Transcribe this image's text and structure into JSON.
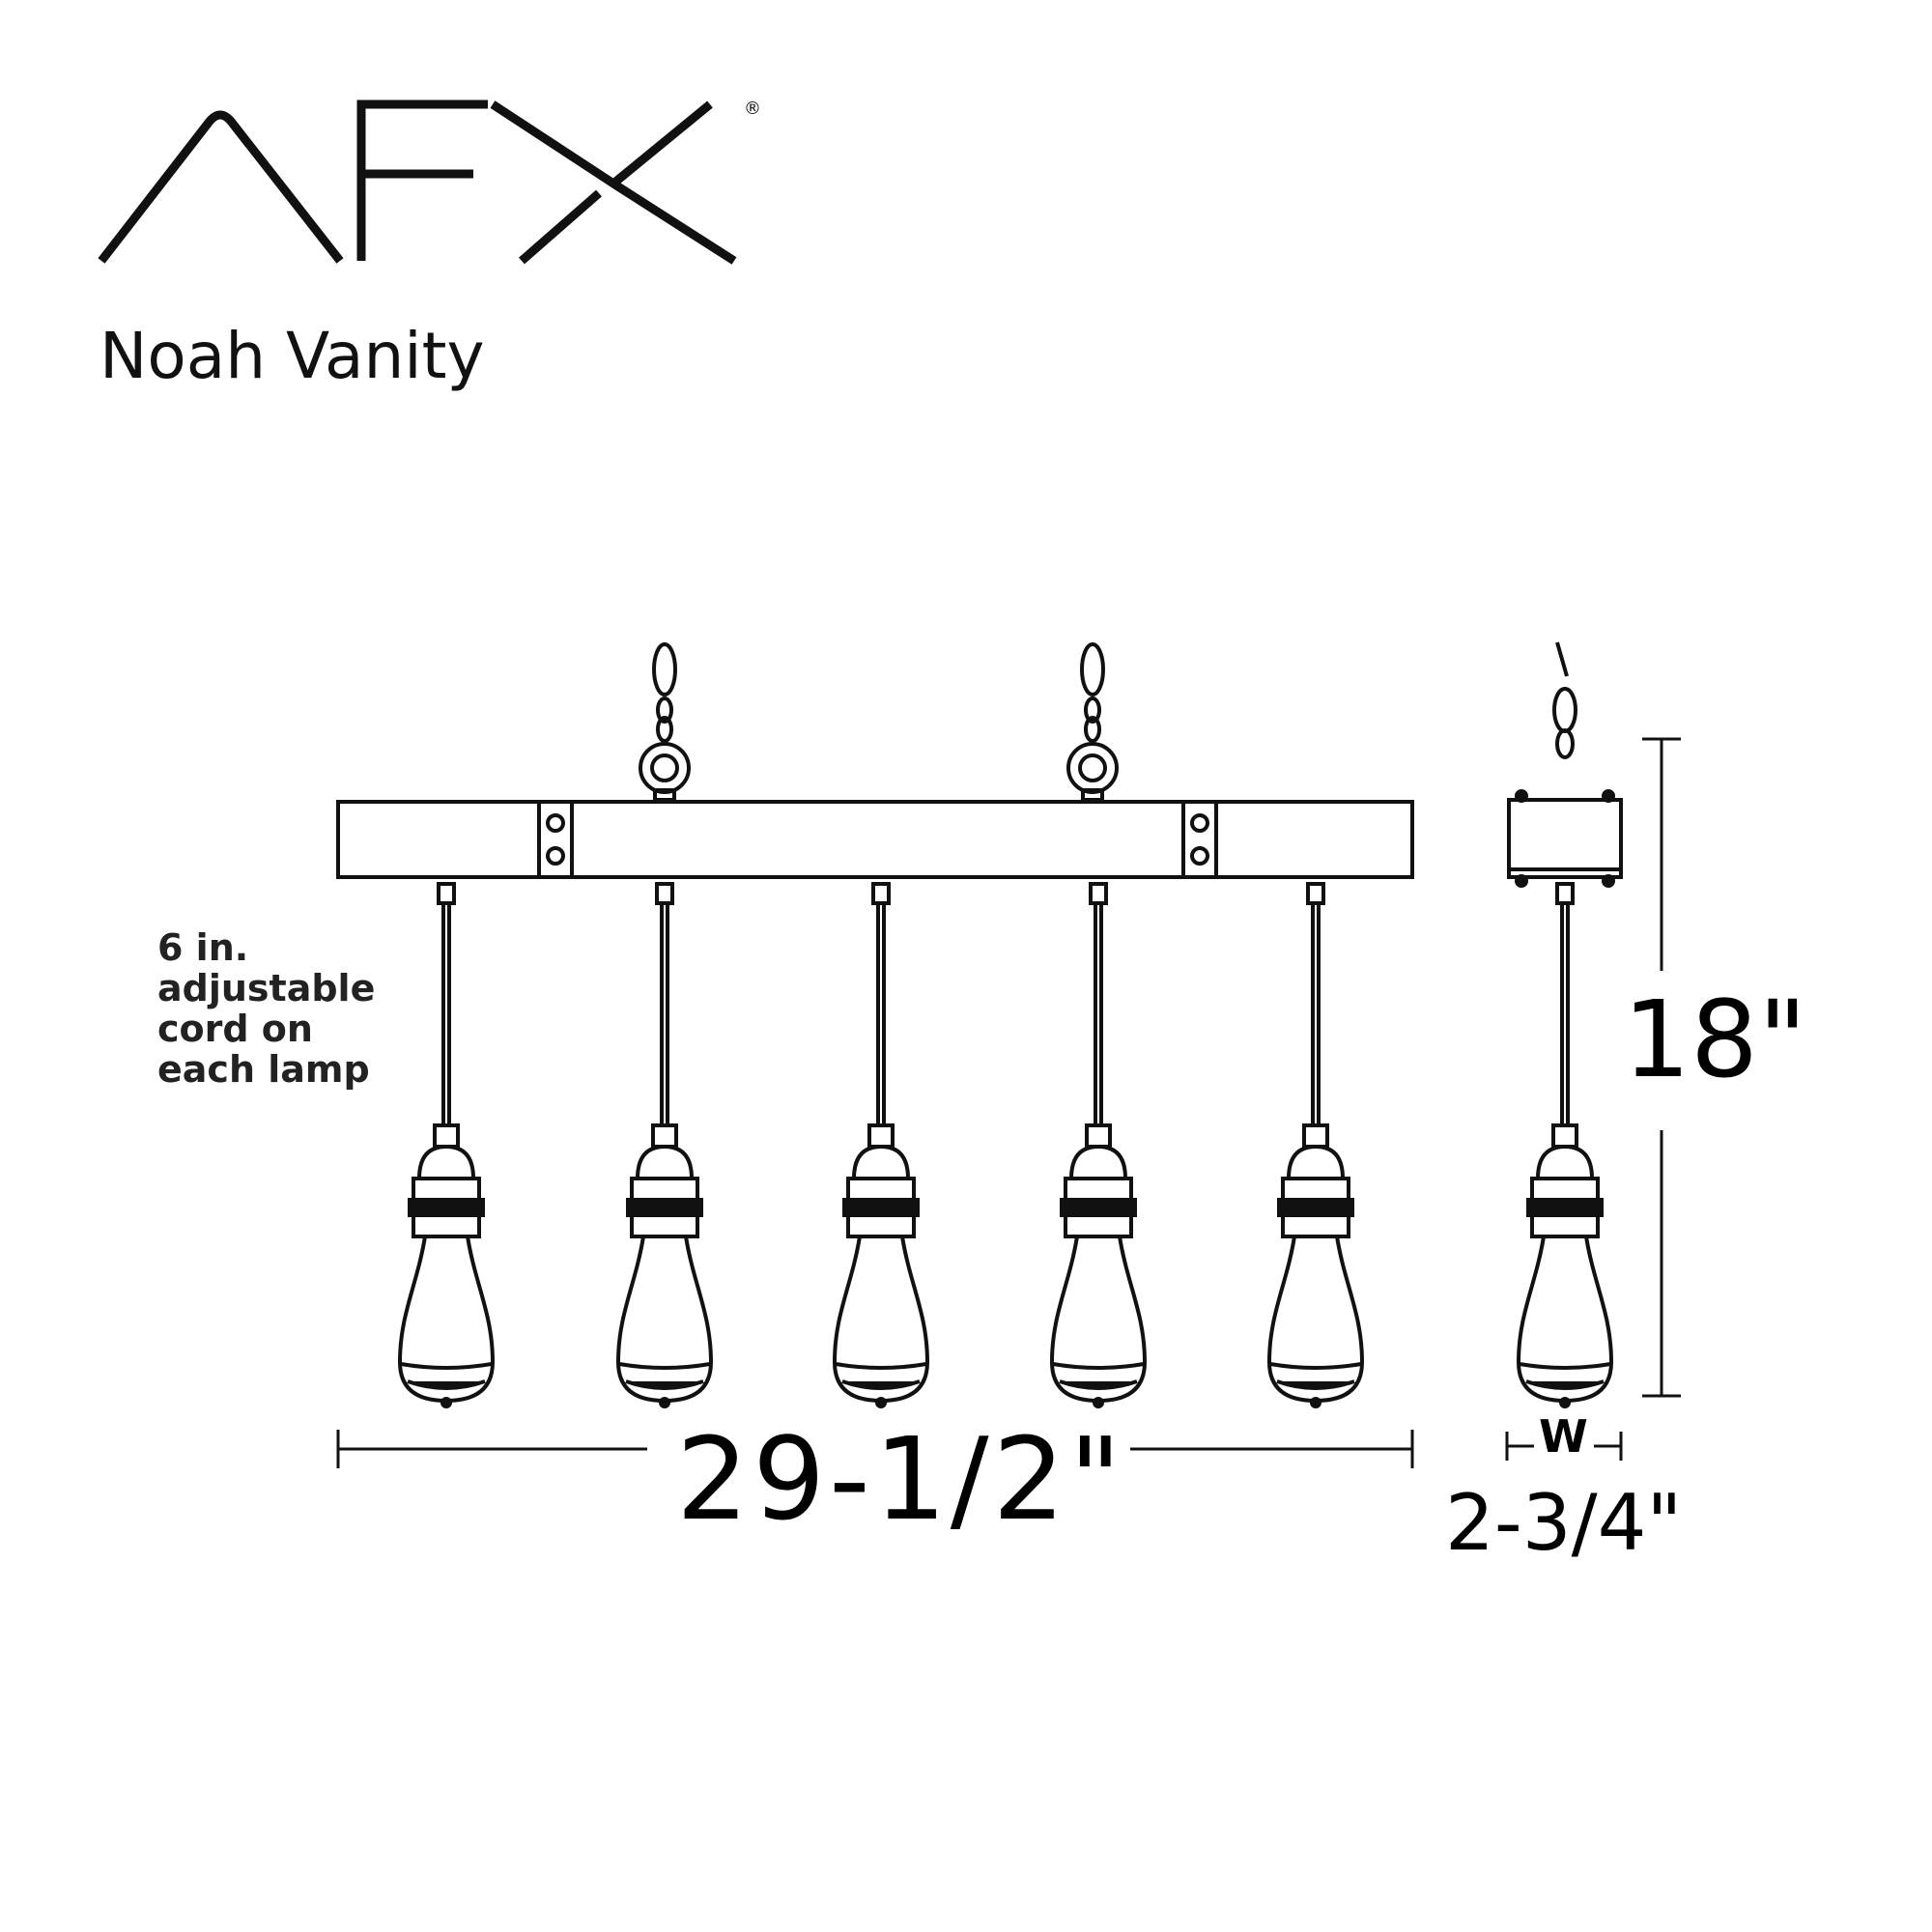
{
  "brand": {
    "logo_text": "AFX",
    "registered_mark": "®"
  },
  "product": {
    "name": "Noah Vanity"
  },
  "callout": {
    "cord_note_lines": [
      "6 in.",
      "adjustable",
      "cord on",
      "each lamp"
    ]
  },
  "dimensions": {
    "length": "29-1/2\"",
    "height": "18\"",
    "depth_label": "W",
    "depth": "2-3/4\""
  },
  "colors": {
    "line": "#111111",
    "background": "#ffffff"
  }
}
